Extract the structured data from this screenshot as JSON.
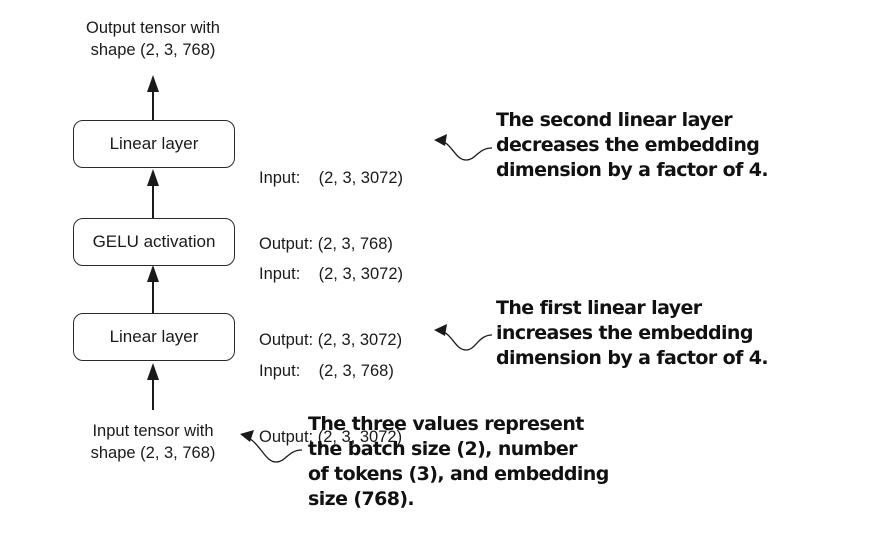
{
  "output_tensor": {
    "line1": "Output tensor with",
    "line2": "shape (2, 3, 768)"
  },
  "input_tensor": {
    "line1": "Input tensor with",
    "line2": "shape (2, 3, 768)"
  },
  "layers": [
    {
      "label": "Linear layer",
      "input": "Input:    (2, 3, 3072)",
      "output": "Output: (2, 3, 768)"
    },
    {
      "label": "GELU activation",
      "input": "Input:    (2, 3, 3072)",
      "output": "Output: (2, 3, 3072)"
    },
    {
      "label": "Linear layer",
      "input": "Input:    (2, 3, 768)",
      "output": "Output: (2, 3, 3072)"
    }
  ],
  "notes": {
    "second_linear": [
      "The second linear layer",
      "decreases the embedding",
      "dimension by a factor of 4."
    ],
    "first_linear": [
      "The first linear layer",
      "increases the embedding",
      "dimension by a factor of 4."
    ],
    "input_values": [
      "The three values represent",
      "the batch size (2), number",
      "of tokens (3), and embedding",
      "size (768)."
    ]
  }
}
